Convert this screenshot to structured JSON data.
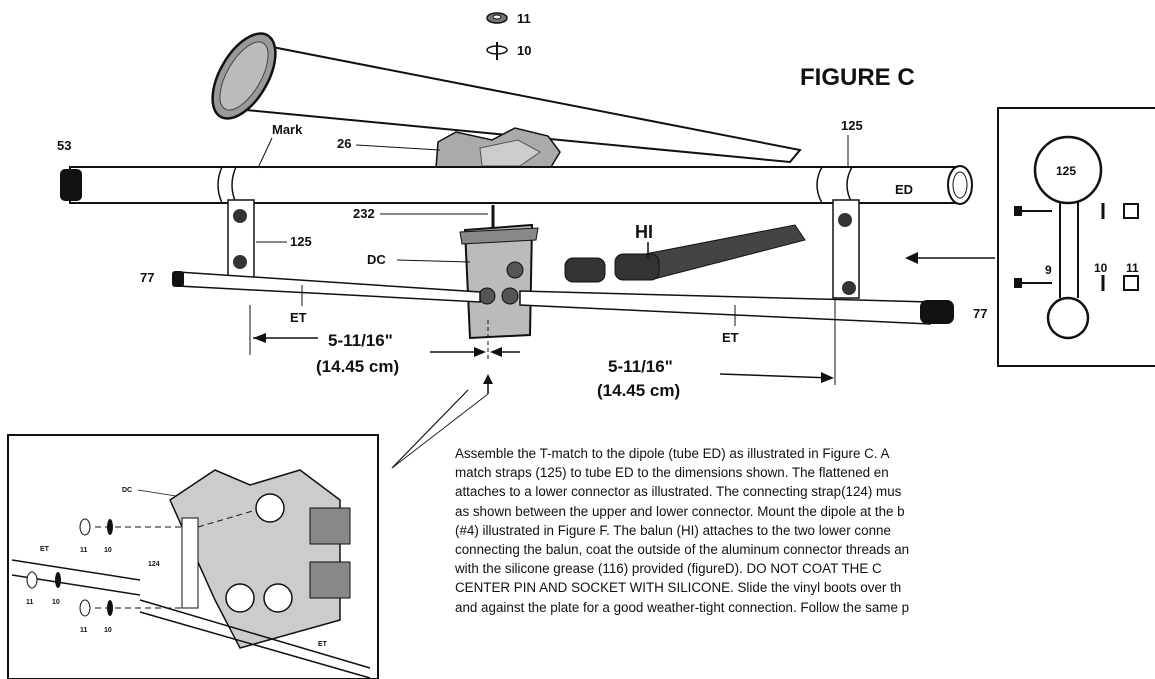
{
  "figure_title": "FIGURE C",
  "labels": {
    "hw_11": "11",
    "hw_10": "10",
    "tube_53": "53",
    "mark": "Mark",
    "part_26": "26",
    "strap_125_top": "125",
    "tube_ed": "ED",
    "part_232": "232",
    "strap_125_left": "125",
    "dc": "DC",
    "hi": "HI",
    "tube_77_left": "77",
    "tube_77_right": "77",
    "et_left": "ET",
    "et_right": "ET"
  },
  "dimensions": {
    "left_imperial": "5-11/16\"",
    "left_metric": "(14.45 cm)",
    "right_imperial": "5-11/16\"",
    "right_metric": "(14.45 cm)"
  },
  "detail_panel": {
    "strap": "125",
    "bolt": "9",
    "washer": "10",
    "nut": "11"
  },
  "inset": {
    "dc": "DC",
    "et_top": "ET",
    "et_bottom": "ET",
    "strap_124": "124",
    "hw_row1_11": "11",
    "hw_row1_10": "10",
    "hw_row2_11": "11",
    "hw_row2_10": "10",
    "hw_row3_11": "11",
    "hw_row3_10": "10"
  },
  "body_text": [
    "Assemble the T-match to the dipole (tube ED) as illustrated in Figure C.  A",
    "match  straps (125) to tube ED to the dimensions shown.  The flattened en",
    "attaches to a lower connector as illustrated.  The connecting strap(124) mus",
    "as shown between the upper and lower connector.  Mount the dipole at the b",
    "(#4) illustrated in Figure F.  The balun (HI) attaches to the two lower conne",
    "connecting the balun, coat the outside of the aluminum connector threads an",
    "with the silicone grease (116) provided (figureD).   DO NOT COAT THE C",
    "CENTER PIN AND SOCKET WITH SILICONE.  Slide the vinyl boots over th",
    "and against the plate for a good weather-tight connection.  Follow the same p"
  ]
}
